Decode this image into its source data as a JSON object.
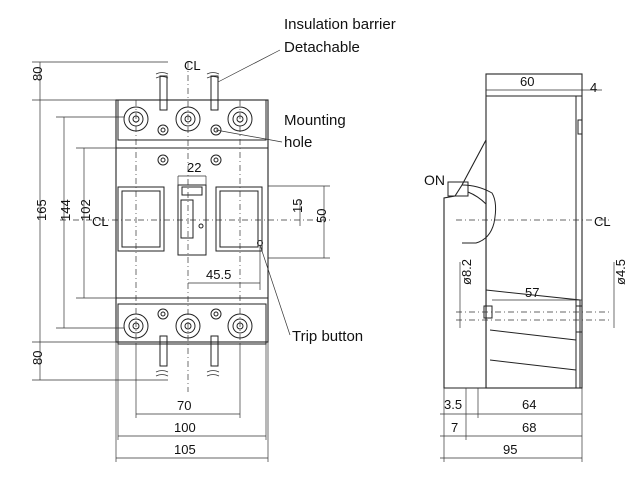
{
  "labels": {
    "insulation_barrier": "Insulation barrier",
    "detachable": "Detachable",
    "mounting": "Mounting",
    "hole": "hole",
    "trip_button": "Trip button",
    "on": "ON",
    "cl_symbol": "CL"
  },
  "front_dims": {
    "d80_top": "80",
    "d80_bottom": "80",
    "d165": "165",
    "d144": "144",
    "d102": "102",
    "d22": "22",
    "d15": "15",
    "d50": "50",
    "d45_5": "45.5",
    "d70": "70",
    "d100": "100",
    "d105": "105"
  },
  "side_dims": {
    "d60": "60",
    "d4": "4",
    "d8_2": "ø8.2",
    "d57": "57",
    "d4_5": "ø4.5",
    "d3_5": "3.5",
    "d64": "64",
    "d7": "7",
    "d68": "68",
    "d95": "95"
  }
}
